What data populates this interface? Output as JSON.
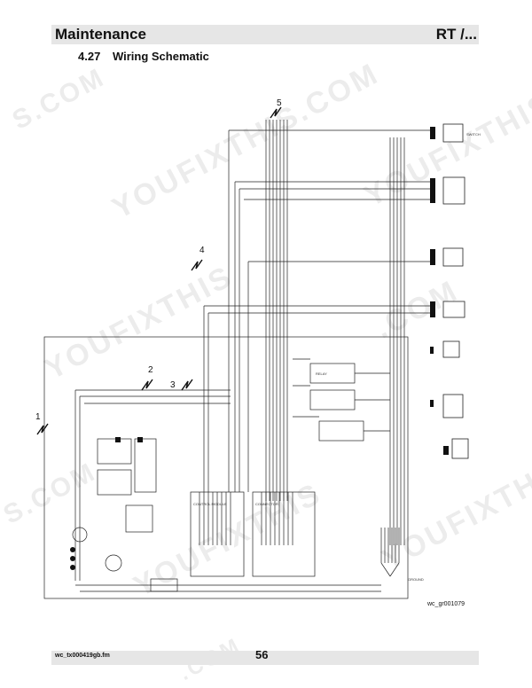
{
  "header": {
    "title": "Maintenance",
    "right": "RT /..."
  },
  "section": {
    "number": "4.27",
    "title": "Wiring Schematic"
  },
  "figure_code": "wc_gr001079",
  "footer": {
    "file": "wc_tx000419gb.fm",
    "page": "56"
  },
  "callouts": [
    "1",
    "2",
    "3",
    "4",
    "5"
  ],
  "watermark": {
    "text1": "YOUFIXTHIS",
    "text2": ".COM",
    "text3": "S.COM"
  },
  "components": {
    "comp1": "CONNECTOR",
    "comp2": "CONTROL MODULE",
    "comp3": "GROUND",
    "comp4": "SWITCH",
    "comp5": "RELAY"
  },
  "colors": {
    "header_bg": "#e6e6e6",
    "ink": "#111111",
    "watermark": "#969696"
  }
}
